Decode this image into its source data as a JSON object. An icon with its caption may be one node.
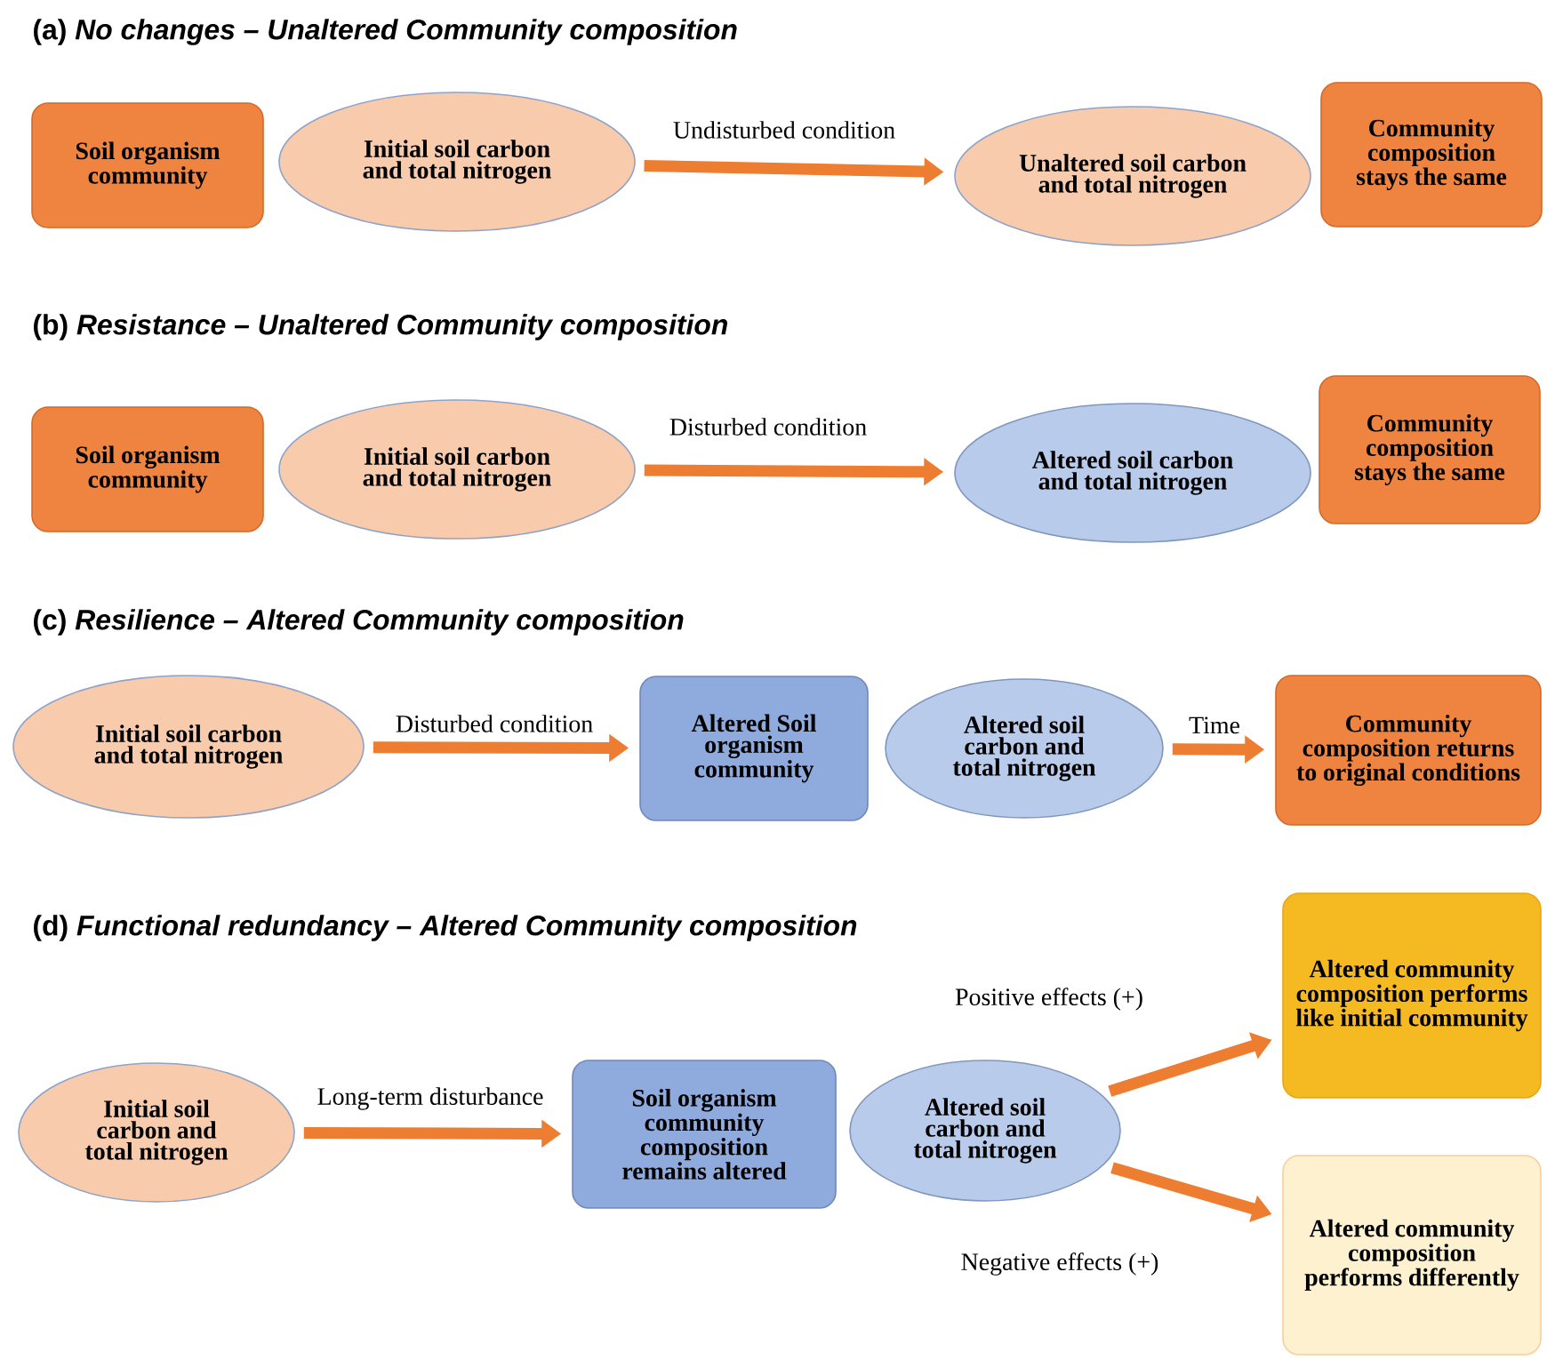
{
  "diagram": {
    "nodes": [
      {
        "text": [
          "Soil organism community"
        ]
      },
      {
        "text": [
          "Initial soil carbon and total nitrogen"
        ]
      },
      {
        "text": [
          "Unaltered soil carbon and total nitrogen"
        ]
      },
      {
        "text": [
          "Community composition stays the same"
        ]
      },
      {
        "text": [
          "Soil organism community"
        ]
      },
      {
        "text": [
          "Initial soil carbon and total nitrogen"
        ]
      },
      {
        "text": [
          "Altered soil carbon and total nitrogen"
        ]
      },
      {
        "text": [
          "Community composition stays the same"
        ]
      },
      {
        "text": [
          "Initial soil carbon and total nitrogen"
        ]
      },
      {
        "text": [
          "Altered Soil organism community"
        ]
      },
      {
        "text": [
          "Altered soil carbon and total nitrogen"
        ]
      },
      {
        "text": [
          "Community composition returns to original conditions"
        ]
      },
      {
        "text": [
          "Initial soil carbon and total nitrogen"
        ]
      },
      {
        "text": [
          "Soil organism community composition remains altered"
        ]
      },
      {
        "text": [
          "Altered soil carbon and total nitrogen"
        ]
      },
      {
        "text": [
          "Altered community composition performs like initial community"
        ]
      },
      {
        "text": [
          "Altered community composition performs differently"
        ]
      }
    ],
    "edges": [
      {
        "from": 1,
        "to": 2,
        "arrow": "to",
        "label": "Undisturbed condition"
      },
      {
        "from": 5,
        "to": 6,
        "arrow": "to",
        "label": "Disturbed condition"
      },
      {
        "from": 8,
        "to": 9,
        "arrow": "to",
        "label": "Disturbed condition"
      },
      {
        "from": 10,
        "to": 11,
        "arrow": "to",
        "label": "Time"
      },
      {
        "from": 12,
        "to": 13,
        "arrow": "to",
        "label": "Long-term disturbance"
      },
      {
        "from": 14,
        "to": 15,
        "arrow": "to",
        "label": "Positive effects (+)"
      },
      {
        "from": 14,
        "to": 16,
        "arrow": "to",
        "label": "Negative effects (+)"
      }
    ],
    "labels": [
      "(a) *No changes – Unaltered Community composition*",
      "(b) *Resistance – Unaltered Community composition*",
      "(c) *Resilience – Altered Community composition*",
      "(d) *Functional redundancy – Altered Community composition*"
    ]
  }
}
